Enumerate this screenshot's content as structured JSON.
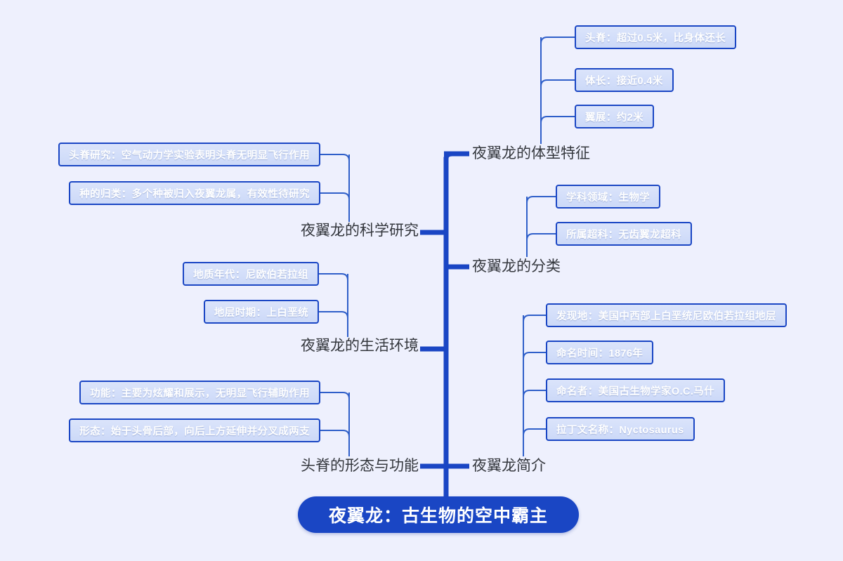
{
  "background_color": "#eef0fd",
  "accent_color": "#1a46c4",
  "root": {
    "label": "夜翼龙：古生物的空中霸主"
  },
  "branches": [
    {
      "id": "body-features",
      "side": "right",
      "label": "夜翼龙的体型特征",
      "leaves": [
        {
          "label": "头脊：超过0.5米，比身体还长"
        },
        {
          "label": "体长：接近0.4米"
        },
        {
          "label": "翼展：约2米"
        }
      ]
    },
    {
      "id": "classification",
      "side": "right",
      "label": "夜翼龙的分类",
      "leaves": [
        {
          "label": "学科领域：生物学"
        },
        {
          "label": "所属超科：无齿翼龙超科"
        }
      ]
    },
    {
      "id": "introduction",
      "side": "right",
      "label": "夜翼龙简介",
      "leaves": [
        {
          "label": "发现地：美国中西部上白垩统尼欧伯若拉组地层"
        },
        {
          "label": "命名时间：1876年"
        },
        {
          "label": "命名者：美国古生物学家O.C.马什"
        },
        {
          "label": "拉丁文名称：Nyctosaurus"
        }
      ]
    },
    {
      "id": "scientific-research",
      "side": "left",
      "label": "夜翼龙的科学研究",
      "leaves": [
        {
          "label": "头脊研究：空气动力学实验表明头脊无明显飞行作用"
        },
        {
          "label": "种的归类：多个种被归入夜翼龙属，有效性待研究"
        }
      ]
    },
    {
      "id": "habitat",
      "side": "left",
      "label": "夜翼龙的生活环境",
      "leaves": [
        {
          "label": "地质年代：尼欧伯若拉组"
        },
        {
          "label": "地层时期：上白垩统"
        }
      ]
    },
    {
      "id": "crest-form-function",
      "side": "left",
      "label": "头脊的形态与功能",
      "leaves": [
        {
          "label": "功能：主要为炫耀和展示，无明显飞行辅助作用"
        },
        {
          "label": "形态：始于头骨后部，向后上方延伸并分叉成两支"
        }
      ]
    }
  ]
}
